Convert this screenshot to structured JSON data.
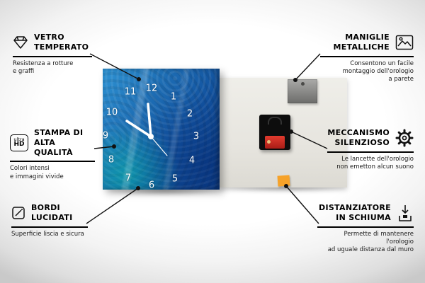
{
  "callouts": {
    "tempered_glass": {
      "title": "VETRO\nTEMPERATO",
      "subtitle": "Resistenza a rotture\ne graffi"
    },
    "high_quality_print": {
      "title": "STAMPA DI\nALTA QUALITÀ",
      "subtitle": "Colori intensi\ne immagini vivide"
    },
    "polished_edges": {
      "title": "BORDI\nLUCIDATI",
      "subtitle": "Superficie liscia e sicura"
    },
    "metal_handles": {
      "title": "MANIGLIE\nMETALLICHE",
      "subtitle": "Consentono un facile\nmontaggio dell'orologio\na parete"
    },
    "silent_mechanism": {
      "title": "MECCANISMO\nSILENZIOSO",
      "subtitle": "Le lancette dell'orologio\nnon emetton alcun suono"
    },
    "foam_spacer": {
      "title": "DISTANZIATORE\nIN SCHIUMA",
      "subtitle": "Permette di mantenere l'orologio\nad uguale distanza dal muro"
    }
  },
  "icons": {
    "ultra_hd_line1": "ultra",
    "ultra_hd_line2": "HD"
  },
  "product": {
    "clock_numbers": [
      "12",
      "1",
      "2",
      "3",
      "4",
      "5",
      "6",
      "7",
      "8",
      "9",
      "10",
      "11"
    ]
  },
  "colors": {
    "clock_blue": "#1d6cb3",
    "foam_orange": "#f6a229",
    "battery_red": "#c8271f"
  }
}
